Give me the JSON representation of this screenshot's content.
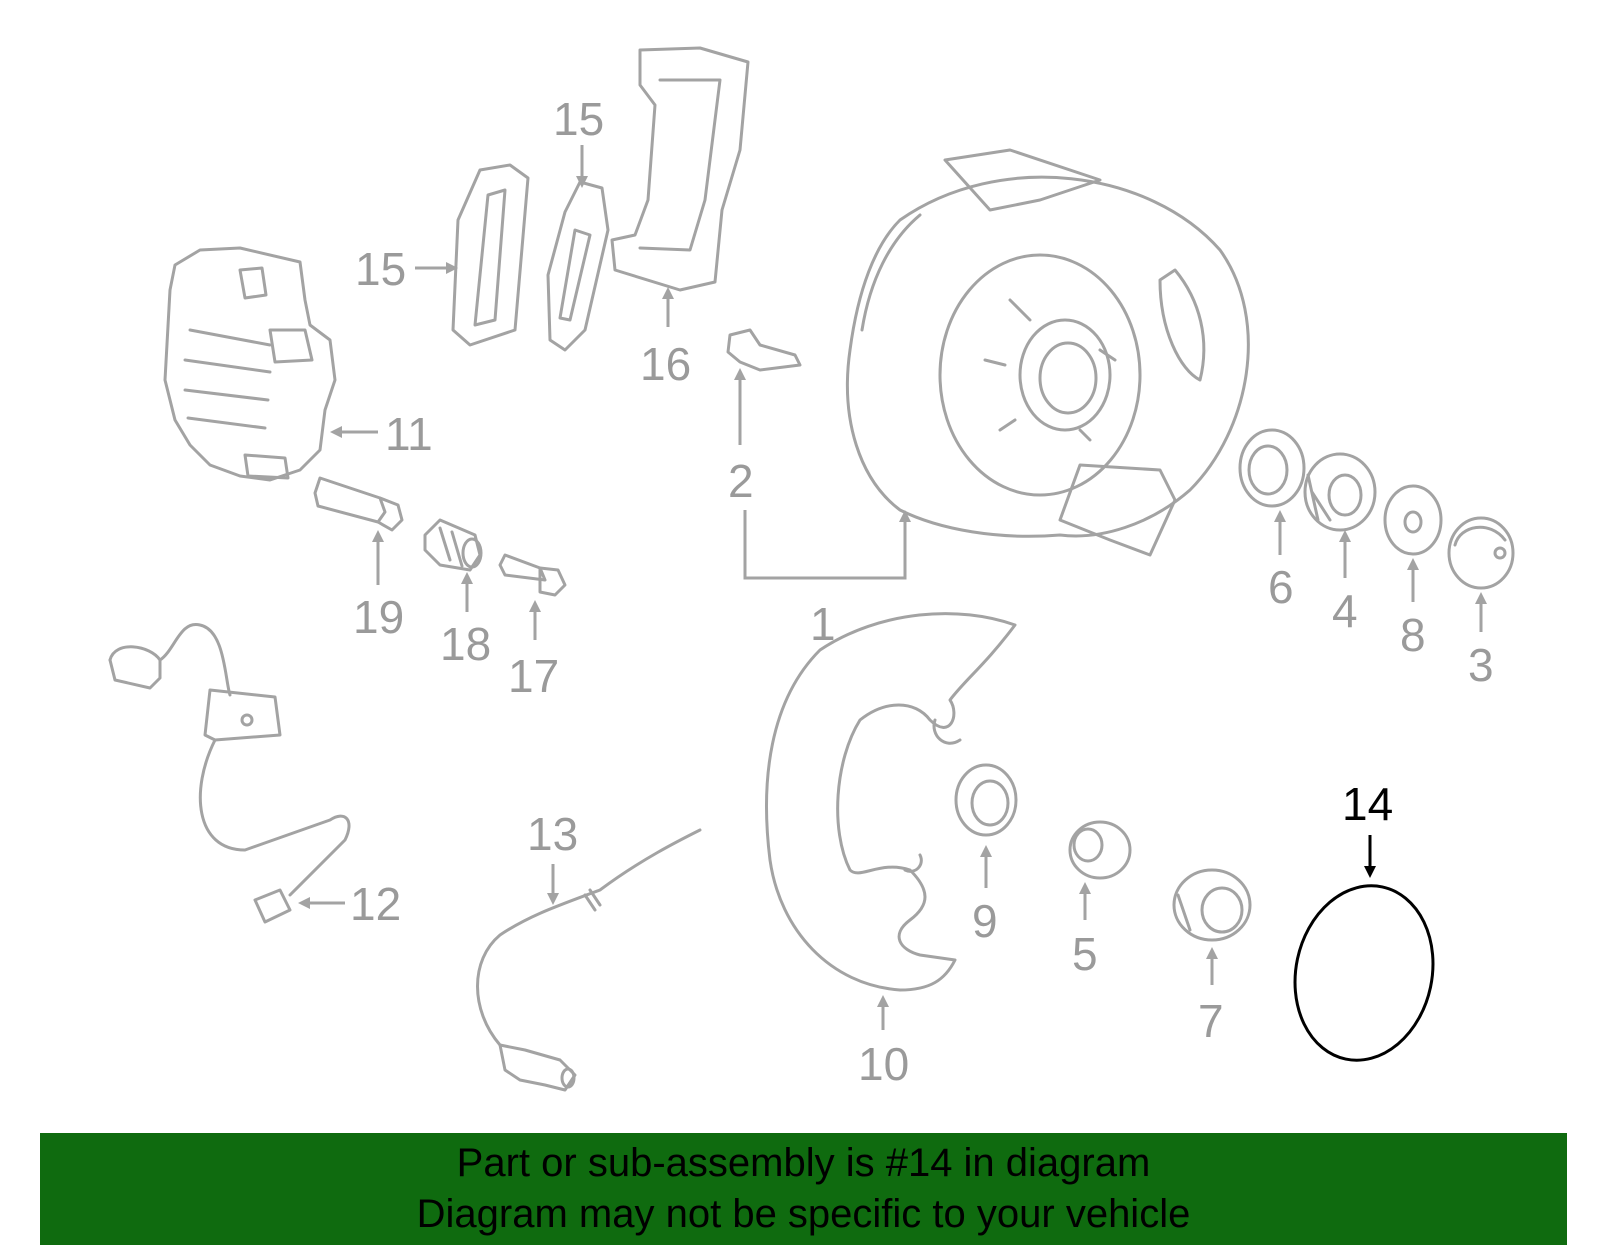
{
  "labels": {
    "l1": "1",
    "l2": "2",
    "l3": "3",
    "l4": "4",
    "l5": "5",
    "l6": "6",
    "l7": "7",
    "l8": "8",
    "l9": "9",
    "l10": "10",
    "l11": "11",
    "l12": "12",
    "l13": "13",
    "l14": "14",
    "l15a": "15",
    "l15b": "15",
    "l16": "16",
    "l17": "17",
    "l18": "18",
    "l19": "19"
  },
  "highlight_color": "#000000",
  "part_color": "#a3a3a3",
  "banner": {
    "line1": "Part or sub-assembly is #14 in diagram",
    "line2": "Diagram may not be specific to your vehicle",
    "background": "#0f6b0f"
  }
}
